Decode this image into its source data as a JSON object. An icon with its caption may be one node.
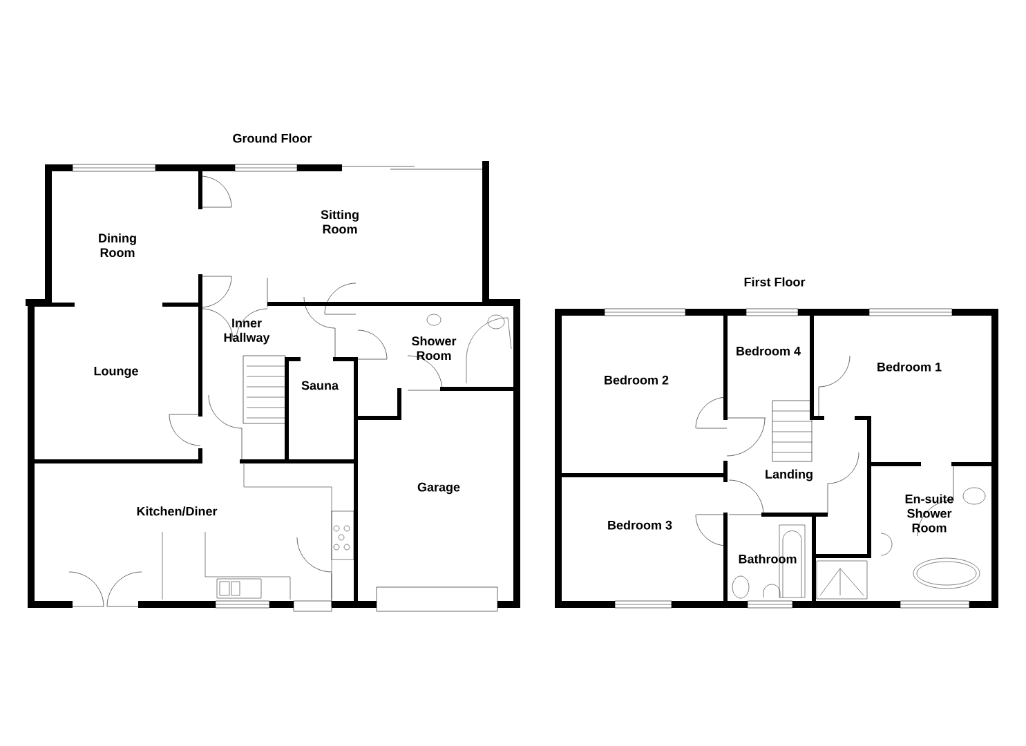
{
  "diagram": {
    "labels": [
      "Ground Floor",
      "Dining Room",
      "Sitting Room",
      "Lounge",
      "Inner Hallway",
      "Shower Room",
      "Sauna",
      "Kitchen/Diner",
      "Garage",
      "First Floor",
      "Bedroom 2",
      "Bedroom 4",
      "Bedroom 1",
      "Landing",
      "Bedroom 3",
      "En-suite Shower Room",
      "Bathroom"
    ]
  }
}
